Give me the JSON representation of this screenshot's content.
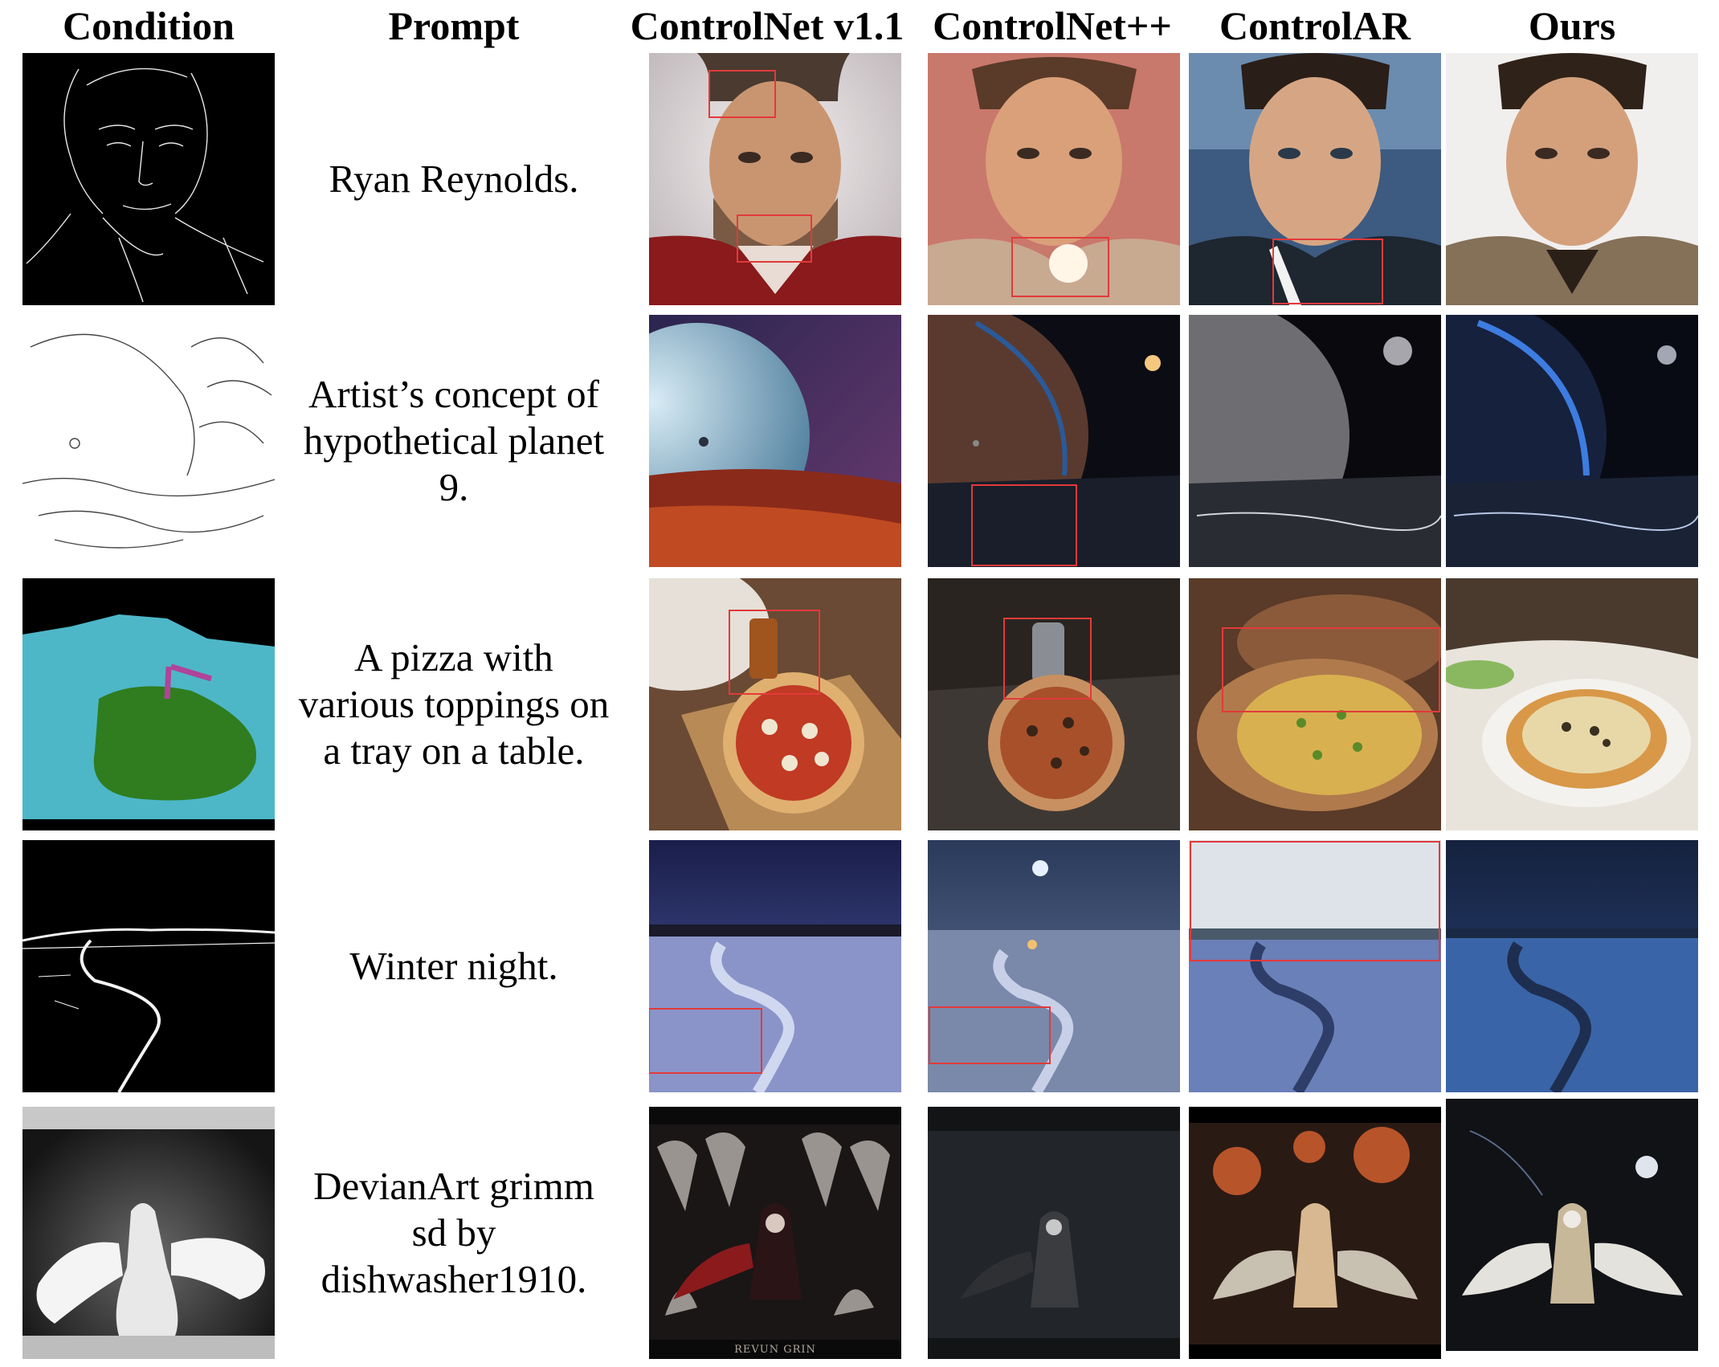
{
  "columns": {
    "condition": "Condition",
    "prompt": "Prompt",
    "controlnet": "ControlNet v1.1",
    "controlnetpp": "ControlNet++",
    "controlar": "ControlAR",
    "ours": "Ours"
  },
  "rows": [
    {
      "prompt_lines": [
        "Ryan Reynolds."
      ]
    },
    {
      "prompt_lines": [
        "Artist’s concept of",
        "hypothetical planet",
        "9."
      ]
    },
    {
      "prompt_lines": [
        "A pizza with",
        "various toppings on",
        "a tray on a table."
      ]
    },
    {
      "prompt_lines": [
        "Winter night."
      ]
    },
    {
      "prompt_lines": [
        "DevianArt grimm",
        "sd by",
        "dishwasher1910."
      ]
    }
  ],
  "watermarks": {
    "grimm": "REVUN GRIN"
  },
  "colors": {
    "highlight_box": "#e23a3a",
    "segmentation_cyan": "#4db7c8",
    "segmentation_green": "#2f7d1f",
    "segmentation_magenta": "#b0449a"
  }
}
